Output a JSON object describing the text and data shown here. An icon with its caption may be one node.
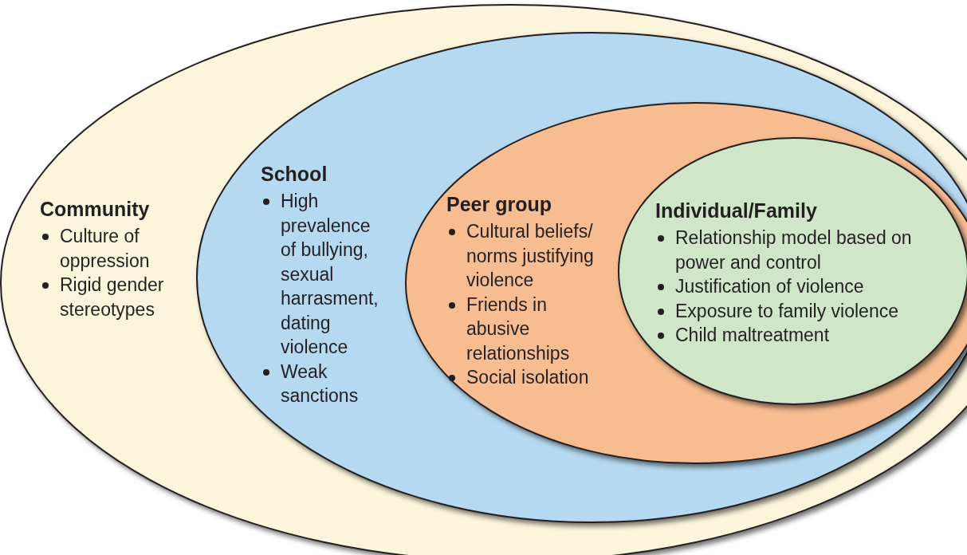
{
  "diagram": {
    "nodes": [
      {
        "text": [
          "Community",
          "Culture of oppression",
          "Rigid gender stereotypes"
        ]
      },
      {
        "text": [
          "School",
          "High prevalence of bullying, sexual harrasment, dating violence",
          "Weak sanctions"
        ],
        "in": 0
      },
      {
        "text": [
          "Peer group",
          "Cultural beliefs/ norms justifying violence",
          "Friends in abusive relationships",
          "Social isolation"
        ],
        "in": 1
      },
      {
        "text": [
          "Individual/Family",
          "Relationship model based on power and control",
          "Justification of violence",
          "Exposure to family violence",
          "Child maltreatment"
        ],
        "in": 2
      }
    ]
  }
}
